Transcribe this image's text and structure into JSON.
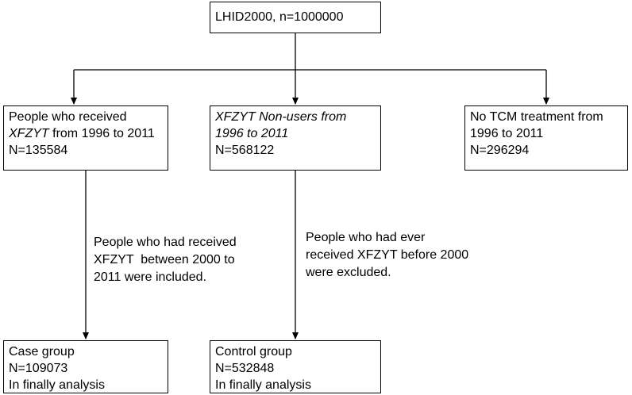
{
  "flowchart": {
    "root": {
      "line1": "LHID2000, n=1000000"
    },
    "left": {
      "line1": "People who received",
      "line2_italic": "XFZYT",
      "line2_rest": " from 1996 to 2011",
      "line3": "N=135584"
    },
    "middle": {
      "line1": "XFZYT Non-users from",
      "line2": "1996 to 2011",
      "line3": "N=568122"
    },
    "right": {
      "line1": "No TCM treatment from",
      "line2": "1996 to 2011",
      "line3": "N=296294"
    },
    "case": {
      "line1": "Case group",
      "line2": "N=109073",
      "line3": "In finally analysis"
    },
    "control": {
      "line1": "Control group",
      "line2": "N=532848",
      "line3": "In finally analysis"
    },
    "note_included": {
      "line1": "People who had received",
      "line2": "XFZYT  between 2000 to",
      "line3": "2011 were included."
    },
    "note_excluded": {
      "line1": "People who had ever",
      "line2": "received XFZYT before 2000",
      "line3": "were excluded."
    }
  },
  "colors": {
    "line": "#000000",
    "background": "#ffffff"
  }
}
